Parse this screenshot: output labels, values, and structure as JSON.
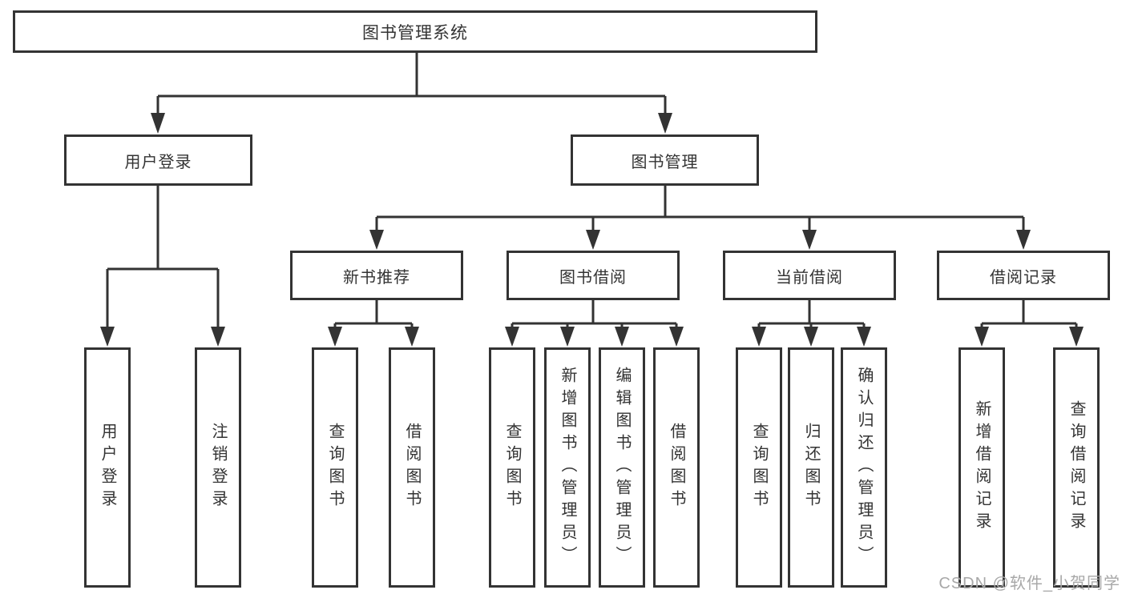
{
  "tree": {
    "root": "图书管理系统",
    "branches": [
      {
        "label": "用户登录",
        "leaves": [
          "用户登录",
          "注销登录"
        ]
      },
      {
        "label": "图书管理",
        "groups": [
          {
            "label": "新书推荐",
            "leaves": [
              "查询图书",
              "借阅图书"
            ]
          },
          {
            "label": "图书借阅",
            "leaves": [
              "查询图书",
              "新增图书（管理员）",
              "编辑图书（管理员）",
              "借阅图书"
            ]
          },
          {
            "label": "当前借阅",
            "leaves": [
              "查询图书",
              "归还图书",
              "确认归还（管理员）"
            ]
          },
          {
            "label": "借阅记录",
            "leaves": [
              "新增借阅记录",
              "查询借阅记录"
            ]
          }
        ]
      }
    ]
  },
  "watermark": {
    "text": "CSDN @软件_小贺同学"
  },
  "colors": {
    "line": "#333333",
    "border": "#333333",
    "text": "#333333",
    "watermark": "#a8a8a8",
    "background": "#ffffff"
  }
}
